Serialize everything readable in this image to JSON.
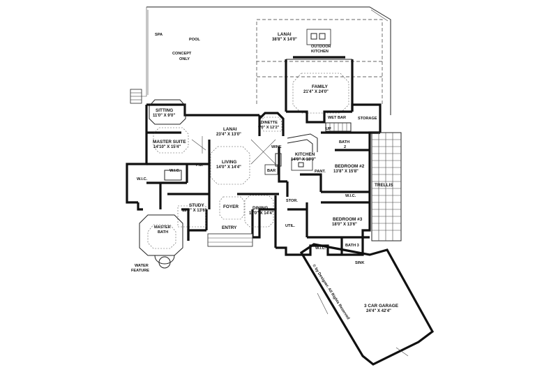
{
  "rooms": {
    "spa": "SPA",
    "pool": "POOL",
    "concept_1": "CONCEPT",
    "concept_2": "ONLY",
    "lanai_rear": "LANAI",
    "lanai_rear_dim": "38'8\" X 14'0\"",
    "outdoor_kitchen_1": "OUTDOOR",
    "outdoor_kitchen_2": "KITCHEN",
    "family": "FAMILY",
    "family_dim": "21'4\" X 24'0\"",
    "sitting": "SITTING",
    "sitting_dim": "11'0\" X 9'0\"",
    "lanai": "LANAI",
    "lanai_dim": "23'4\" X 13'0\"",
    "dinette": "DINETTE",
    "dinette_dim": "9'0\" X 12'2\"",
    "wet_bar": "WET BAR",
    "storage": "STORAGE",
    "up": "UP",
    "master_suite": "MASTER SUITE",
    "master_suite_dim": "14'10\" X 15'4\"",
    "wine": "WINE",
    "kitchen": "KITCHEN",
    "kitchen_dim": "14'0\" X 18'0\"",
    "bath2": "BATH",
    "bath2_num": "2",
    "pb": "P.B.",
    "living": "LIVING",
    "living_dim": "14'0\" X 14'4\"",
    "wic_a": "W.I.C.",
    "bar": "BAR",
    "pant": "PANT.",
    "bedroom2": "BEDROOM #2",
    "bedroom2_dim": "13'8\" X 15'8\"",
    "wic_b": "W.I.C.",
    "trellis": "TRELLIS",
    "wic_c": "W.I.C.",
    "study": "STUDY",
    "study_dim": "11'0\" X 13'6\"",
    "foyer": "FOYER",
    "dining": "DINING",
    "dining_dim": "11'0\" X 14'4\"",
    "stor": "STOR.",
    "bedroom3": "BEDROOM #3",
    "bedroom3_dim": "18'0\" X 13'6\"",
    "util": "UTIL.",
    "master_bath_1": "MASTER",
    "master_bath_2": "BATH",
    "entry": "ENTRY",
    "wic_d": "W.I.C.",
    "bath3": "BATH 3",
    "sink": "SINK",
    "water_feature_1": "WATER",
    "water_feature_2": "FEATURE",
    "garage": "3 CAR GARAGE",
    "garage_dim": "24'4\" X 42'4\""
  },
  "copyright": "© by Designer. All Rights Reserved"
}
